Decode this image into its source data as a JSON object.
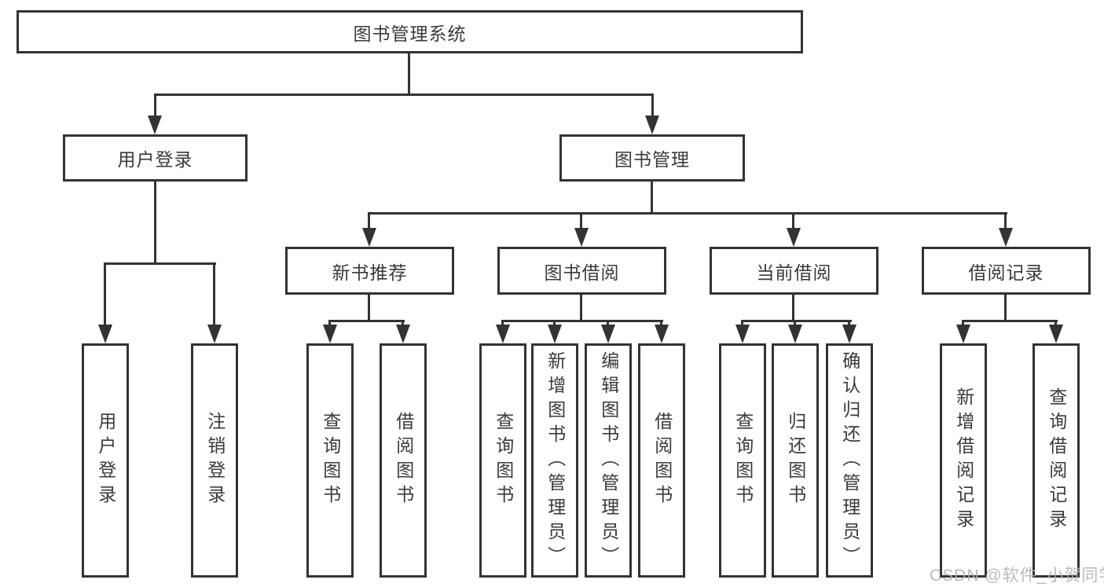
{
  "diagram": {
    "root": "图书管理系统",
    "level2": [
      "用户登录",
      "图书管理"
    ],
    "level3": [
      "新书推荐",
      "图书借阅",
      "当前借阅",
      "借阅记录"
    ],
    "leaves": [
      "用户登录",
      "注销登录",
      "查询图书",
      "借阅图书",
      "查询图书",
      "新增图书（管理员）",
      "编辑图书（管理员）",
      "借阅图书",
      "查询图书",
      "归还图书",
      "确认归还（管理员）",
      "新增借阅记录",
      "查询借阅记录"
    ],
    "hierarchy": {
      "图书管理系统": [
        "用户登录",
        "图书管理"
      ],
      "用户登录": [
        "用户登录",
        "注销登录"
      ],
      "图书管理": [
        "新书推荐",
        "图书借阅",
        "当前借阅",
        "借阅记录"
      ],
      "新书推荐": [
        "查询图书",
        "借阅图书"
      ],
      "图书借阅": [
        "查询图书",
        "新增图书（管理员）",
        "编辑图书（管理员）",
        "借阅图书"
      ],
      "当前借阅": [
        "查询图书",
        "归还图书",
        "确认归还（管理员）"
      ],
      "借阅记录": [
        "新增借阅记录",
        "查询借阅记录"
      ]
    },
    "colors": {
      "line": "#333333",
      "text": "#3a3a3a",
      "background": "#ffffff",
      "watermark": "#adb0b5"
    }
  },
  "watermark": "CSDN @软件_小贺同学"
}
